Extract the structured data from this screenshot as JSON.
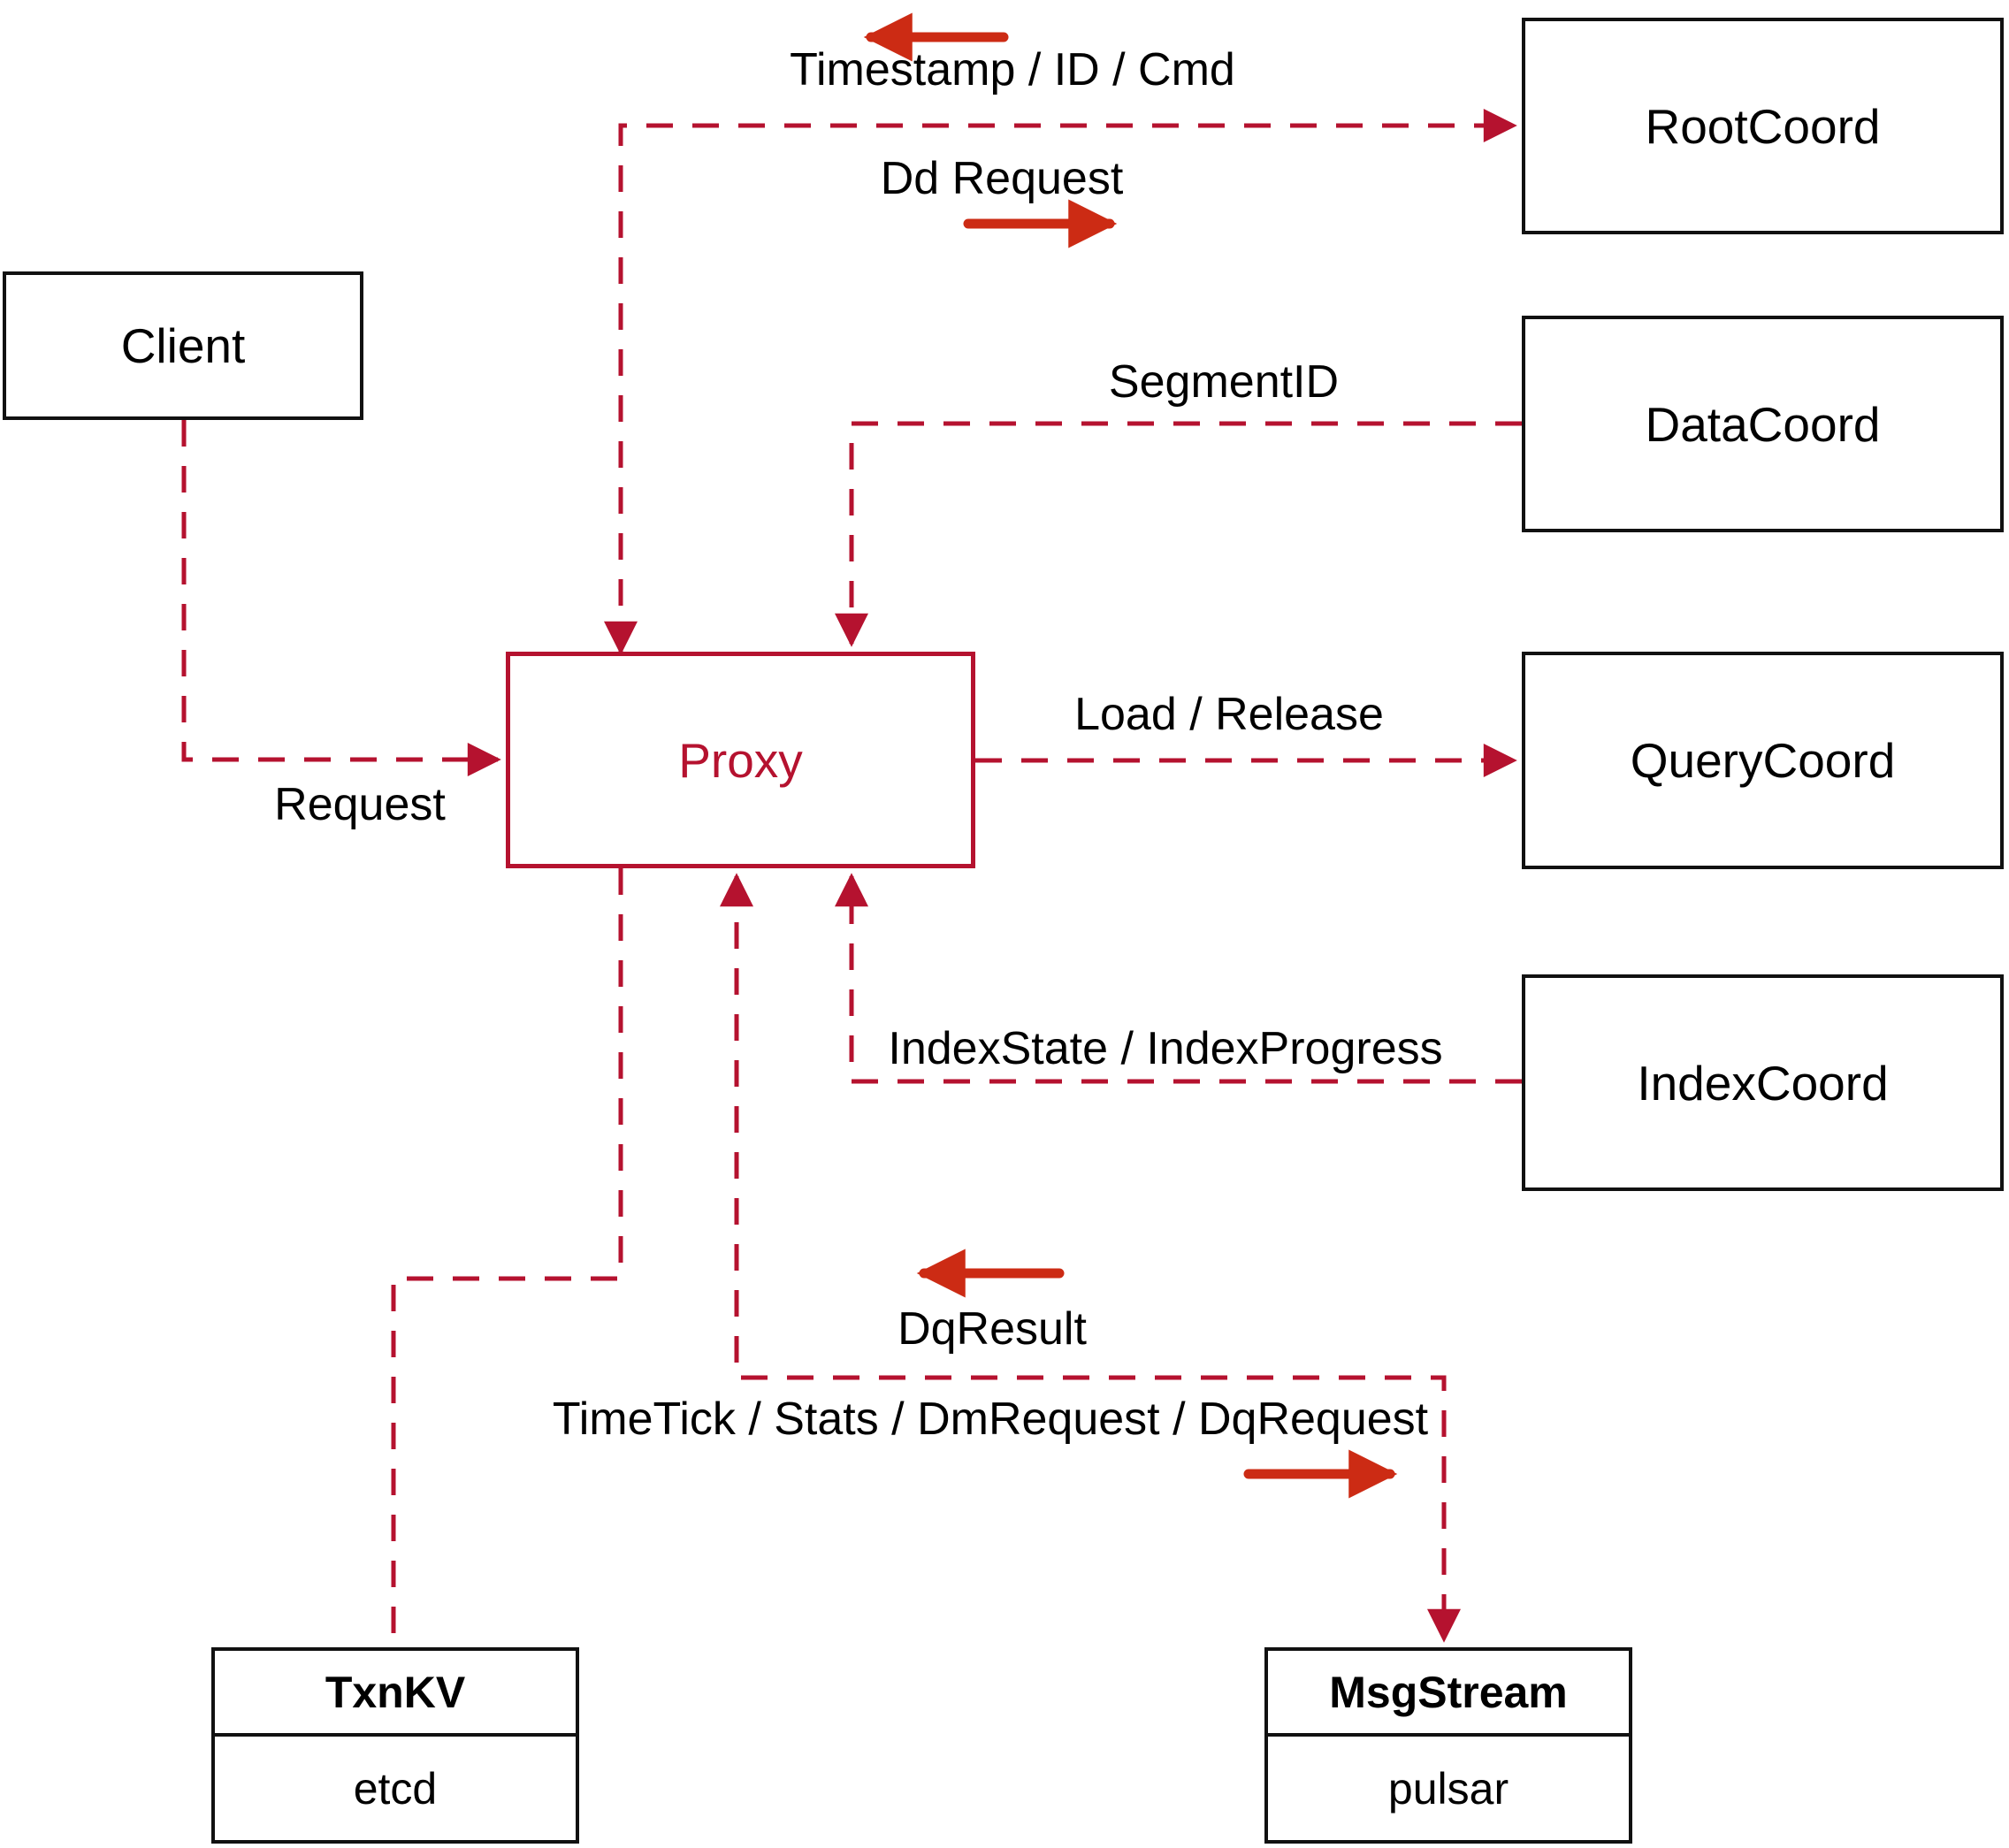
{
  "diagram": {
    "nodes": {
      "client": {
        "label": "Client"
      },
      "proxy": {
        "label": "Proxy"
      },
      "rootcoord": {
        "label": "RootCoord"
      },
      "datacoord": {
        "label": "DataCoord"
      },
      "querycoord": {
        "label": "QueryCoord"
      },
      "indexcoord": {
        "label": "IndexCoord"
      },
      "txnkv": {
        "title": "TxnKV",
        "subtitle": "etcd"
      },
      "msgstream": {
        "title": "MsgStream",
        "subtitle": "pulsar"
      }
    },
    "edge_labels": {
      "timestamp": "Timestamp / ID / Cmd",
      "dd_request": "Dd Request",
      "segment_id": "SegmentID",
      "load_release": "Load / Release",
      "index_state": "IndexState / IndexProgress",
      "request": "Request",
      "dq_result": "DqResult",
      "timetick": "TimeTick / Stats / DmRequest / DqRequest"
    },
    "colors": {
      "dashed_line_red": "#b5122f",
      "solid_arrow_red": "#cc2b14",
      "box_border_black": "#111111",
      "text_black": "#000000",
      "background": "#ffffff"
    }
  }
}
